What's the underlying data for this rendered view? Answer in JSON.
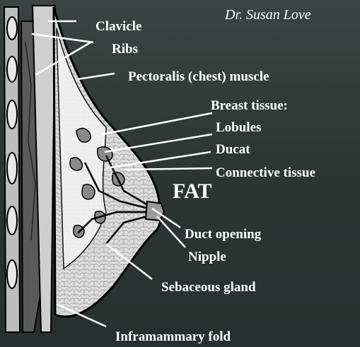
{
  "credit": "Dr. Susan Love",
  "labels": {
    "clavicle": "Clavicle",
    "ribs": "Ribs",
    "pectoralis": "Pectoralis (chest) muscle",
    "breast_tissue": "Breast tissue:",
    "lobules": "Lobules",
    "ducat": "Ducat",
    "connective": "Connective tissue",
    "fat": "FAT",
    "duct_opening": "Duct opening",
    "nipple": "Nipple",
    "sebaceous": "Sebaceous gland",
    "inframammary": "Inframammary fold"
  },
  "colors": {
    "background": "#2f3a37",
    "tissue": "#d8d8d8",
    "lobule": "#8a8a8a",
    "muscle": "#555555",
    "bone": "#c8c8c8",
    "outline": "#000000"
  }
}
